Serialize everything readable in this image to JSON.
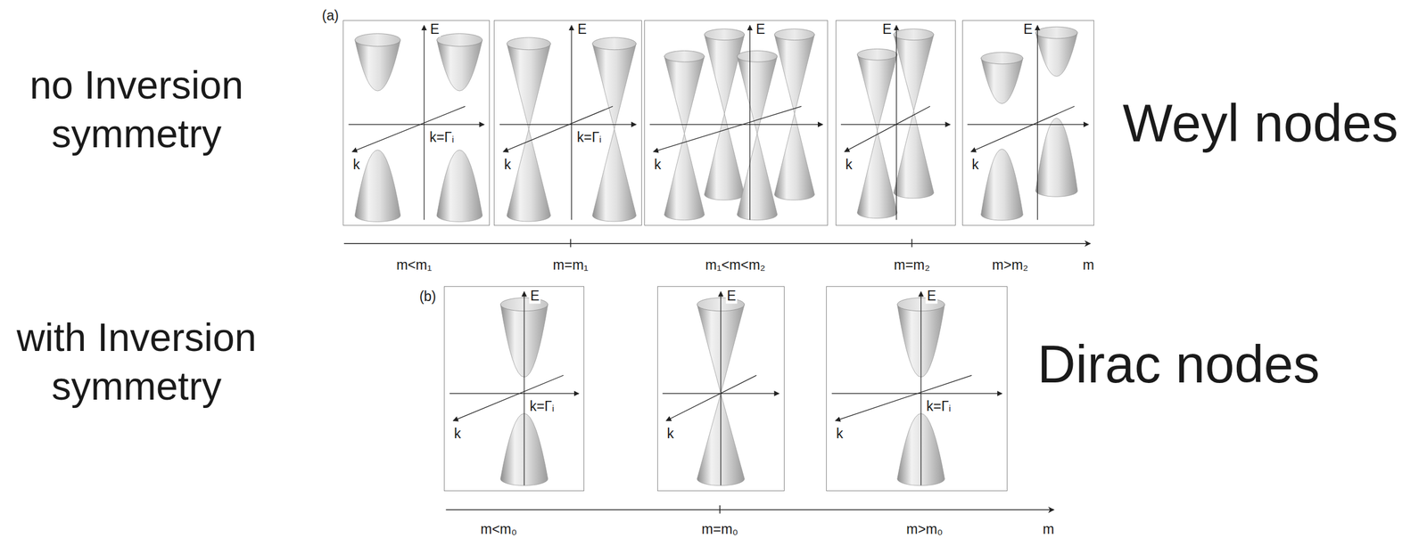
{
  "diagram": {
    "nodes": [
      {
        "text": [
          "E",
          "k=Γᵢ",
          "k"
        ]
      },
      {
        "text": [
          "E",
          "k=Γᵢ",
          "k"
        ]
      },
      {
        "text": [
          "E",
          "k"
        ]
      },
      {
        "text": [
          "E",
          "k"
        ]
      },
      {
        "text": [
          "E",
          "k"
        ]
      },
      {
        "text": [
          "E",
          "k=Γᵢ",
          "k"
        ]
      },
      {
        "text": [
          "E",
          "k"
        ]
      },
      {
        "text": [
          "E",
          "k=Γᵢ",
          "k"
        ]
      }
    ],
    "labels": [
      "no Inversion symmetry",
      "(a)",
      "Weyl nodes",
      "m<m₁",
      "m=m₁",
      "m₁<m<m₂",
      "m=m₂",
      "m>m₂",
      "m",
      "with Inversion symmetry",
      "(b)",
      "Dirac nodes",
      "m<m₀",
      "m=m₀",
      "m>m₀",
      "m"
    ]
  }
}
